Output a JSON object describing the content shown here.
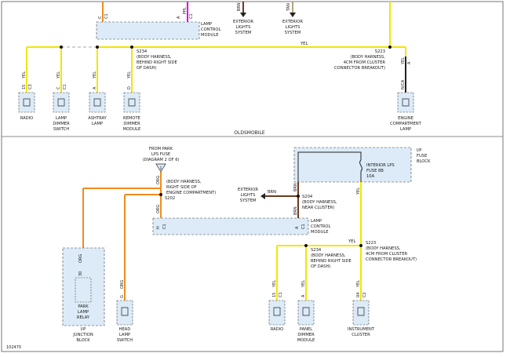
{
  "figure_id": "102470",
  "section_label": "OLDSMOBILE",
  "colors": {
    "yellow": "#f2e600",
    "orange": "#f08c1e",
    "magenta": "#d900d9",
    "tan": "#b7a47a",
    "brown": "#6b3a1f",
    "box": "#dcebf7",
    "wire_dark": "#222222"
  },
  "top": {
    "lcm_label": [
      "LAMP",
      "CONTROL",
      "MODULE"
    ],
    "lcm_pins": [
      "C",
      "C1",
      "A",
      "PPL",
      "C1"
    ],
    "ext1_wire": "BRN",
    "ext1_label": [
      "EXTERIOR",
      "LIGHTS",
      "SYSTEM"
    ],
    "ext2_wire": "TAN",
    "ext2_label": [
      "EXTERIOR",
      "LIGHTS",
      "SYSTEM"
    ],
    "bus_wire": "YEL",
    "s234_label": [
      "S234",
      "(BODY HARNESS,",
      "BEHIND RIGHT SIDE",
      "OF DASH)"
    ],
    "s223_label": [
      "S223",
      "(BODY HARNESS,",
      "4CM FROM CLUSTER",
      "CONNECTOR BREAKOUT)"
    ],
    "s223_drop_wire": "YEL",
    "s223_drop_pin": "A",
    "engine_pin": "N/CA",
    "components": [
      {
        "pins": [
          "15",
          "C3"
        ],
        "wire": "YEL",
        "label": [
          "RADIO"
        ]
      },
      {
        "pins": [
          "C",
          "C1"
        ],
        "wire": "YEL",
        "label": [
          "LAMP",
          "DIMMER",
          "SWITCH"
        ]
      },
      {
        "pins": [
          "A"
        ],
        "wire": "YEL",
        "label": [
          "ASHTRAY",
          "LAMP"
        ]
      },
      {
        "pins": [
          "D"
        ],
        "wire": "YEL",
        "label": [
          "REMOTE",
          "DIMMER",
          "MODULE"
        ]
      },
      {
        "pins": [],
        "wire": "",
        "label": [
          "ENGINE",
          "COMPARTMENT",
          "LAMP"
        ]
      }
    ]
  },
  "bottom": {
    "from_park": [
      "FROM PARK",
      "LPS FUSE",
      "(DIAGRAM 2 OF 6)"
    ],
    "s202_wire": "ORG",
    "s202_label": [
      "(BODY HARNESS,",
      "RIGHT SIDE OF",
      "ENGINE COMPARTMENT)",
      "S202"
    ],
    "s202_down_wire": "ORG",
    "lcm_pins": [
      "H",
      "C1",
      "A",
      "C1"
    ],
    "lcm_label": [
      "LAMP",
      "CONTROL",
      "MODULE"
    ],
    "ext_wire": "BRN",
    "ext_label": [
      "EXTERIOR",
      "LIGHTS",
      "SYSTEM"
    ],
    "s204_label": [
      "S204",
      "(BODY HARNESS,",
      "NEAR CLUSTER)"
    ],
    "s204_wire": "BRN",
    "s204_top_wire": "BRN",
    "fuse_block_label": [
      "I/P",
      "FUSE",
      "BLOCK"
    ],
    "fuse_label": [
      "INTERIOR LPS",
      "FUSE 8B",
      "10A"
    ],
    "fuse_wire": "YEL",
    "bus_wire": "YEL",
    "s223_label": [
      "S223",
      "(BODY HARNESS,",
      "4CM FROM CLUSTER",
      "CONNECTOR BREAKOUT)"
    ],
    "s234_label": [
      "S234",
      "(BODY HARNESS,",
      "BEHIND RIGHT SIDE",
      "OF DASH)"
    ],
    "relay_wire": "ORG",
    "relay_pin": "30",
    "relay_label": [
      "PARK",
      "LAMP",
      "RELAY"
    ],
    "junction_label": [
      "I/P",
      "JUNCTION",
      "BLOCK"
    ],
    "head_wire": "ORG",
    "head_pin": "G",
    "head_label": [
      "HEAD",
      "LAMP",
      "SWITCH"
    ],
    "components": [
      {
        "pins": [
          "15",
          "C1"
        ],
        "wire": "YEL",
        "label": [
          "RADIO"
        ]
      },
      {
        "pins": [
          "A"
        ],
        "wire": "YEL",
        "label": [
          "PANEL",
          "DIMMER",
          "MODULE"
        ]
      },
      {
        "pins": [
          "04",
          "C2"
        ],
        "wire": "YEL",
        "label": [
          "INSTRUMENT",
          "CLUSTER"
        ]
      }
    ]
  }
}
